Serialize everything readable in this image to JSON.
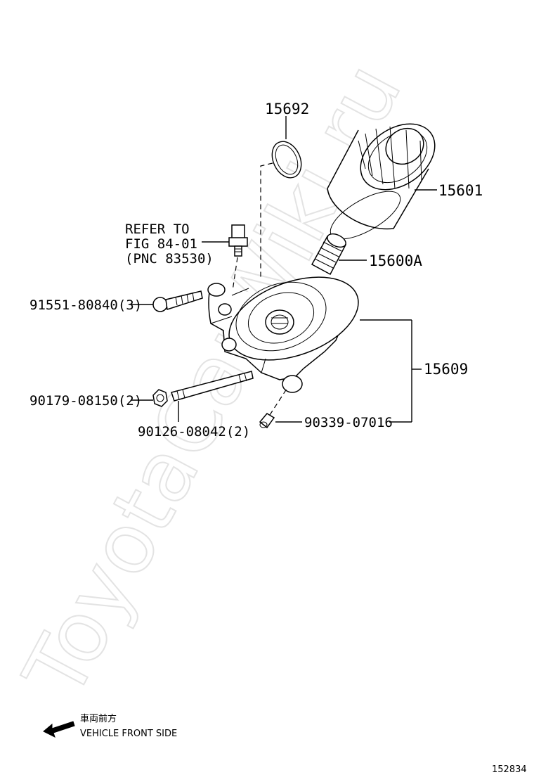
{
  "watermark": "ToyotaCarWiki.ru",
  "labels": {
    "p15692": "15692",
    "p15601": "15601",
    "p15600A": "15600A",
    "p15609": "15609",
    "p91551": "91551-80840(3)",
    "p90179": "90179-08150(2)",
    "p90126": "90126-08042(2)",
    "p90339": "90339-07016",
    "refer_line1": "REFER TO",
    "refer_line2": "FIG 84-01",
    "refer_line3": "(PNC 83530)"
  },
  "direction": {
    "japanese": "車両前方",
    "english": "VEHICLE FRONT SIDE",
    "icon": "arrow-left-icon"
  },
  "figure_number": "152834"
}
